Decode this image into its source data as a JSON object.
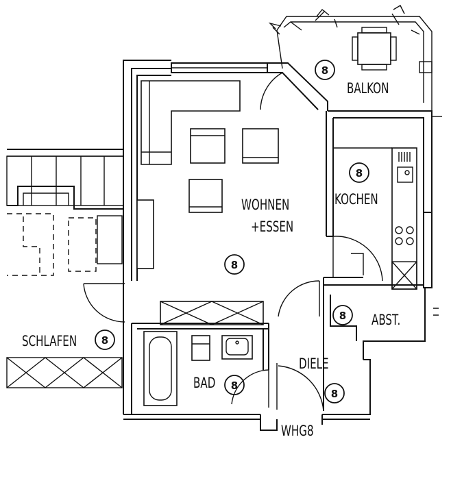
{
  "rooms": {
    "balkon": {
      "label": "BALKON",
      "number": "8"
    },
    "wohnen": {
      "label_line1": "WOHNEN",
      "label_line2": "+ESSEN",
      "number": "8"
    },
    "kochen": {
      "label": "KOCHEN",
      "number": "8"
    },
    "abst": {
      "label": "ABST.",
      "number": "8"
    },
    "schlafen": {
      "label": "SCHLAFEN",
      "number": "8"
    },
    "bad": {
      "label": "BAD",
      "number": "8"
    },
    "diele": {
      "label": "DIELE",
      "number": "8"
    }
  },
  "entrance": {
    "label": "WHG8"
  }
}
